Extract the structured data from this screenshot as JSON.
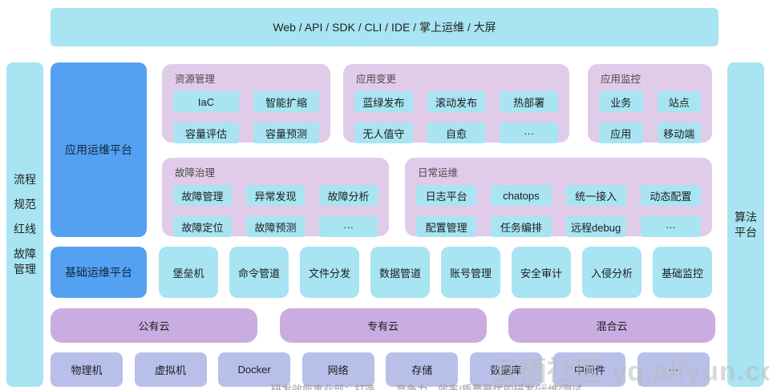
{
  "top_bar": {
    "label": "Web / API / SDK / CLI / IDE / 掌上运维 / 大屏"
  },
  "left_bar": {
    "lines": [
      "流程",
      "规范",
      "红线",
      "故障",
      "管理"
    ]
  },
  "right_bar": {
    "lines": [
      "算法",
      "平台"
    ]
  },
  "platforms": {
    "app_ops": "应用运维平台",
    "base_ops": "基础运维平台"
  },
  "panels": {
    "resource": {
      "title": "资源管理",
      "items": [
        "IaC",
        "智能扩缩",
        "容量评估",
        "容量预测"
      ]
    },
    "change": {
      "title": "应用变更",
      "items": [
        "蓝绿发布",
        "滚动发布",
        "热部署",
        "无人值守",
        "自愈",
        "···"
      ]
    },
    "monitor": {
      "title": "应用监控",
      "items": [
        "业务",
        "站点",
        "应用",
        "移动端"
      ]
    },
    "fault": {
      "title": "故障治理",
      "items": [
        "故障管理",
        "异常发现",
        "故障分析",
        "故障定位",
        "故障预测",
        "···"
      ]
    },
    "daily": {
      "title": "日常运维",
      "items": [
        "日志平台",
        "chatops",
        "统一接入",
        "动态配置",
        "配置管理",
        "任务编排",
        "远程debug",
        "···"
      ]
    }
  },
  "base_row": {
    "items": [
      "堡垒机",
      "命令管道",
      "文件分发",
      "数据管道",
      "账号管理",
      "安全审计",
      "入侵分析",
      "基础监控"
    ]
  },
  "cloud_row": {
    "items": [
      "公有云",
      "专有云",
      "混合云"
    ]
  },
  "infra_row": {
    "items": [
      "物理机",
      "虚拟机",
      "Docker",
      "网络",
      "存储",
      "数据库",
      "中间件",
      "···"
    ]
  },
  "watermark": {
    "site": "云栖社区 yq.aliyun.com",
    "caption": "研发效能事业部：打造……竞争力，效率/质量最优的研发/运维/测试……"
  },
  "colors": {
    "cyan": "#a8e4f2",
    "blue": "#55a1f1",
    "panel_purple": "#e0cbe8",
    "cloud_purple": "#c9ade0",
    "infra_periwinkle": "#b8c0ea"
  }
}
